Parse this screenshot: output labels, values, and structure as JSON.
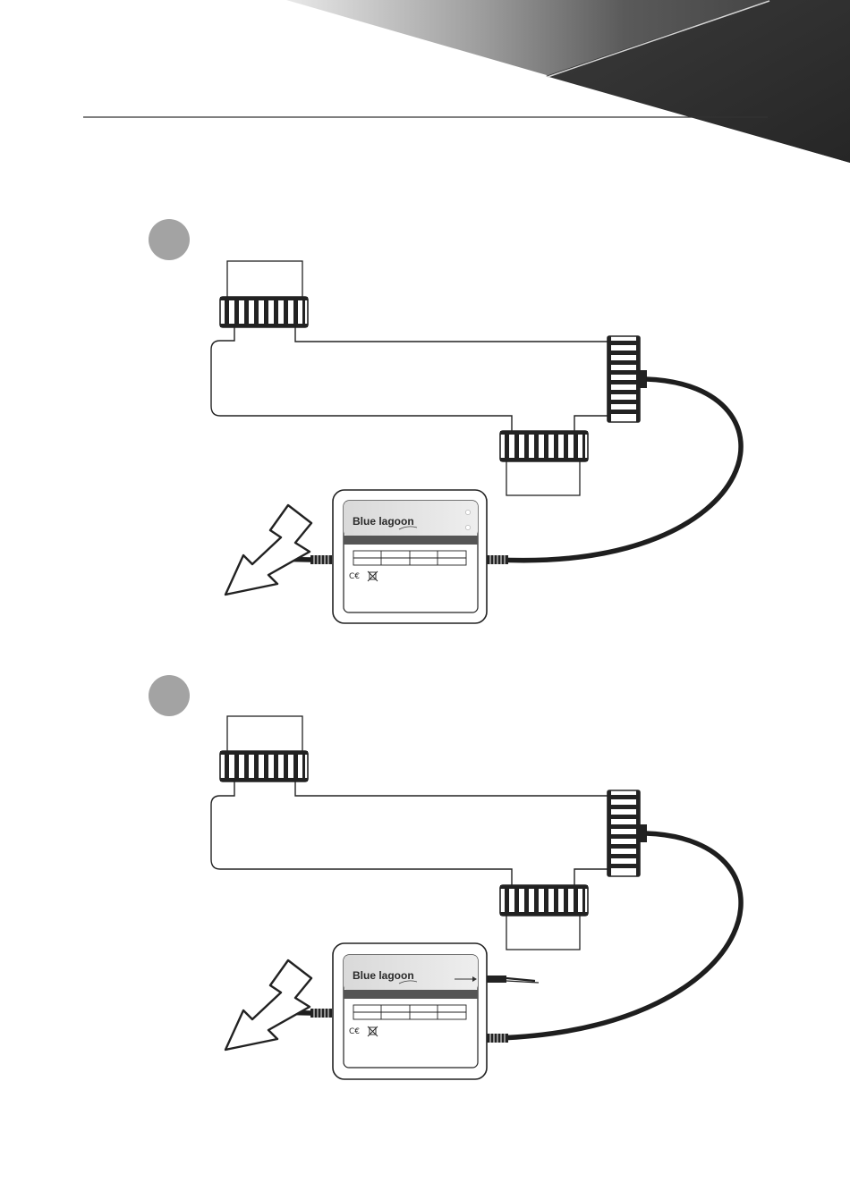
{
  "page": {
    "header_band_colors": [
      "#9a9a9a",
      "#4a4a4a",
      "#2d2d2d"
    ],
    "step_badge_color": "#a3a3a3"
  },
  "units": [
    {
      "brand": "Blue lagoon",
      "marks": "C€",
      "variant": "power-only"
    },
    {
      "brand": "Blue lagoon",
      "marks": "C€",
      "variant": "with-signal-output"
    }
  ]
}
